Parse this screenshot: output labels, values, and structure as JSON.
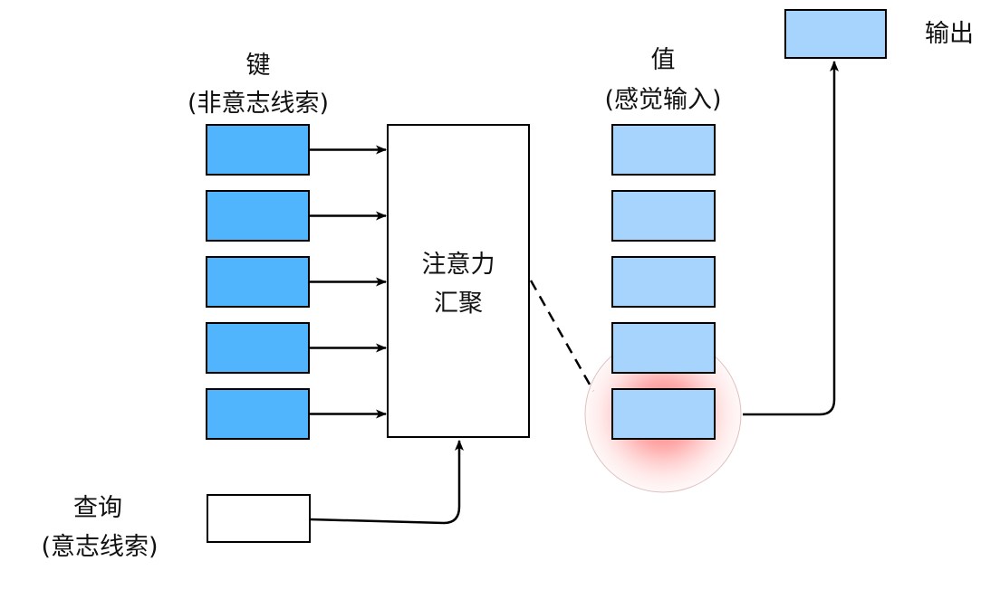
{
  "labels": {
    "keys_title": "键",
    "keys_subtitle": "(非意志线索)",
    "values_title": "值",
    "values_subtitle": "(感觉输入)",
    "output": "输出",
    "pooling_line1": "注意力",
    "pooling_line2": "汇聚",
    "query_title": "查询",
    "query_subtitle": "(意志线索)"
  },
  "counts": {
    "keys": 5,
    "values": 5
  },
  "colors": {
    "key_fill": "#51b5fd",
    "value_fill": "#a7d4fd",
    "stroke": "#000000",
    "highlight": "#ff5a5a",
    "background": "#ffffff"
  },
  "highlight": {
    "selected_value_index": 5
  }
}
